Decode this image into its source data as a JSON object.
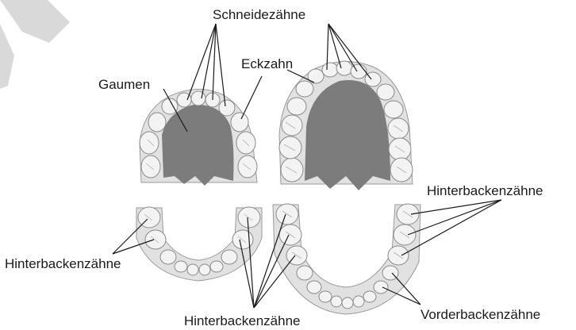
{
  "labels": {
    "schneidezaehne": "Schneidezähne",
    "eckzahn": "Eckzahn",
    "gaumen": "Gaumen",
    "hinterbacken_right": "Hinterbackenzähne",
    "hinterbacken_left": "Hinterbackenzähne",
    "hinterbacken_bottom": "Hinterbackenzähne",
    "vorderbacken": "Vorderbackenzähne"
  },
  "colors": {
    "palate": "#7c7c7c",
    "tooth": "#f3f3f3",
    "gum": "#e1e1e1",
    "line": "#1a1a1a"
  }
}
